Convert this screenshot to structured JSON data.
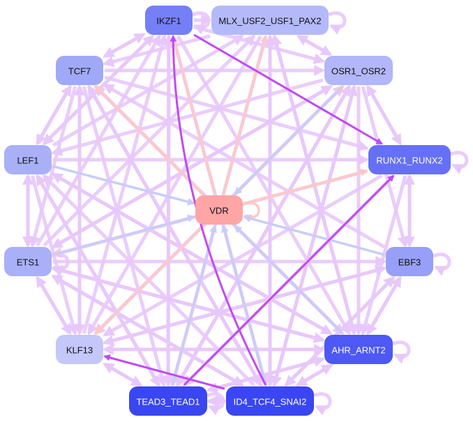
{
  "graph": {
    "title": "Gene regulatory network",
    "nodes": [
      {
        "id": "IKZF1",
        "label": "IKZF1",
        "fill": "#7580f7",
        "text_color": "#111111"
      },
      {
        "id": "MLX_USF2_USF1_PAX2",
        "label": "MLX_USF2_USF1_PAX2",
        "fill": "#b4baf9",
        "text_color": "#111111"
      },
      {
        "id": "TCF7",
        "label": "TCF7",
        "fill": "#a0a8f8",
        "text_color": "#111111"
      },
      {
        "id": "OSR1_OSR2",
        "label": "OSR1_OSR2",
        "fill": "#b1b7f9",
        "text_color": "#111111"
      },
      {
        "id": "LEF1",
        "label": "LEF1",
        "fill": "#a9b0f8",
        "text_color": "#111111"
      },
      {
        "id": "RUNX1_RUNX2",
        "label": "RUNX1_RUNX2",
        "fill": "#6670f6",
        "text_color": "#ffffff"
      },
      {
        "id": "VDR",
        "label": "VDR",
        "fill": "#ffa5a5",
        "text_color": "#111111"
      },
      {
        "id": "ETS1",
        "label": "ETS1",
        "fill": "#a9b0f8",
        "text_color": "#111111"
      },
      {
        "id": "EBF3",
        "label": "EBF3",
        "fill": "#979ff8",
        "text_color": "#111111"
      },
      {
        "id": "KLF13",
        "label": "KLF13",
        "fill": "#c3c7fa",
        "text_color": "#111111"
      },
      {
        "id": "AHR_ARNT2",
        "label": "AHR_ARNT2",
        "fill": "#4d58f5",
        "text_color": "#ffffff"
      },
      {
        "id": "TEAD3_TEAD1",
        "label": "TEAD3_TEAD1",
        "fill": "#3a46f2",
        "text_color": "#ffffff"
      },
      {
        "id": "ID4_TCF4_SNAI2",
        "label": "ID4_TCF4_SNAI2",
        "fill": "#3a46f2",
        "text_color": "#ffffff"
      }
    ],
    "edge_colors": {
      "regulatory": "#e8c8fb",
      "strong": "#c04af2",
      "to_vdr": "#c8cdf8",
      "from_vdr": "#ffc9c3"
    },
    "edges": [
      {
        "from": "ID4_TCF4_SNAI2",
        "to": "IKZF1",
        "type": "strong"
      },
      {
        "from": "ID4_TCF4_SNAI2",
        "to": "KLF13",
        "type": "strong"
      },
      {
        "from": "TEAD3_TEAD1",
        "to": "RUNX1_RUNX2",
        "type": "strong"
      },
      {
        "from": "IKZF1",
        "to": "RUNX1_RUNX2",
        "type": "strong"
      },
      {
        "from": "VDR",
        "to": "IKZF1",
        "type": "from_vdr"
      },
      {
        "from": "VDR",
        "to": "TCF7",
        "type": "from_vdr"
      },
      {
        "from": "VDR",
        "to": "MLX_USF2_USF1_PAX2",
        "type": "from_vdr"
      },
      {
        "from": "VDR",
        "to": "OSR1_OSR2",
        "type": "from_vdr"
      },
      {
        "from": "VDR",
        "to": "RUNX1_RUNX2",
        "type": "from_vdr"
      },
      {
        "from": "VDR",
        "to": "ETS1",
        "type": "from_vdr"
      },
      {
        "from": "VDR",
        "to": "KLF13",
        "type": "from_vdr"
      },
      {
        "from": "VDR",
        "to": "VDR",
        "type": "from_vdr"
      },
      {
        "from": "LEF1",
        "to": "VDR",
        "type": "to_vdr"
      },
      {
        "from": "ETS1",
        "to": "VDR",
        "type": "to_vdr"
      },
      {
        "from": "OSR1_OSR2",
        "to": "VDR",
        "type": "to_vdr"
      },
      {
        "from": "EBF3",
        "to": "VDR",
        "type": "to_vdr"
      },
      {
        "from": "AHR_ARNT2",
        "to": "VDR",
        "type": "to_vdr"
      },
      {
        "from": "TEAD3_TEAD1",
        "to": "VDR",
        "type": "to_vdr"
      },
      {
        "from": "ID4_TCF4_SNAI2",
        "to": "VDR",
        "type": "to_vdr"
      },
      {
        "from": "IKZF1",
        "to": "IKZF1",
        "type": "regulatory"
      },
      {
        "from": "MLX_USF2_USF1_PAX2",
        "to": "MLX_USF2_USF1_PAX2",
        "type": "regulatory"
      },
      {
        "from": "RUNX1_RUNX2",
        "to": "RUNX1_RUNX2",
        "type": "regulatory"
      },
      {
        "from": "EBF3",
        "to": "EBF3",
        "type": "regulatory"
      },
      {
        "from": "ETS1",
        "to": "ETS1",
        "type": "regulatory"
      },
      {
        "from": "AHR_ARNT2",
        "to": "AHR_ARNT2",
        "type": "regulatory"
      },
      {
        "from": "TEAD3_TEAD1",
        "to": "TEAD3_TEAD1",
        "type": "regulatory"
      },
      {
        "from": "ID4_TCF4_SNAI2",
        "to": "ID4_TCF4_SNAI2",
        "type": "regulatory"
      },
      {
        "from": "IKZF1",
        "to": "MLX_USF2_USF1_PAX2",
        "type": "regulatory"
      },
      {
        "from": "TCF7",
        "to": "IKZF1",
        "type": "regulatory"
      },
      {
        "from": "TCF7",
        "to": "OSR1_OSR2",
        "type": "regulatory"
      },
      {
        "from": "TCF7",
        "to": "LEF1",
        "type": "regulatory"
      },
      {
        "from": "TCF7",
        "to": "RUNX1_RUNX2",
        "type": "regulatory"
      },
      {
        "from": "TCF7",
        "to": "ETS1",
        "type": "regulatory"
      },
      {
        "from": "TCF7",
        "to": "KLF13",
        "type": "regulatory"
      },
      {
        "from": "TCF7",
        "to": "TEAD3_TEAD1",
        "type": "regulatory"
      },
      {
        "from": "TCF7",
        "to": "ID4_TCF4_SNAI2",
        "type": "regulatory"
      },
      {
        "from": "TCF7",
        "to": "AHR_ARNT2",
        "type": "regulatory"
      },
      {
        "from": "OSR1_OSR2",
        "to": "MLX_USF2_USF1_PAX2",
        "type": "regulatory"
      },
      {
        "from": "OSR1_OSR2",
        "to": "RUNX1_RUNX2",
        "type": "regulatory"
      },
      {
        "from": "OSR1_OSR2",
        "to": "EBF3",
        "type": "regulatory"
      },
      {
        "from": "OSR1_OSR2",
        "to": "AHR_ARNT2",
        "type": "regulatory"
      },
      {
        "from": "OSR1_OSR2",
        "to": "ID4_TCF4_SNAI2",
        "type": "regulatory"
      },
      {
        "from": "OSR1_OSR2",
        "to": "TEAD3_TEAD1",
        "type": "regulatory"
      },
      {
        "from": "OSR1_OSR2",
        "to": "KLF13",
        "type": "regulatory"
      },
      {
        "from": "OSR1_OSR2",
        "to": "ETS1",
        "type": "regulatory"
      },
      {
        "from": "OSR1_OSR2",
        "to": "LEF1",
        "type": "regulatory"
      },
      {
        "from": "LEF1",
        "to": "IKZF1",
        "type": "regulatory"
      },
      {
        "from": "LEF1",
        "to": "TCF7",
        "type": "regulatory"
      },
      {
        "from": "LEF1",
        "to": "ETS1",
        "type": "regulatory"
      },
      {
        "from": "LEF1",
        "to": "RUNX1_RUNX2",
        "type": "regulatory"
      },
      {
        "from": "LEF1",
        "to": "KLF13",
        "type": "regulatory"
      },
      {
        "from": "LEF1",
        "to": "AHR_ARNT2",
        "type": "regulatory"
      },
      {
        "from": "LEF1",
        "to": "TEAD3_TEAD1",
        "type": "regulatory"
      },
      {
        "from": "LEF1",
        "to": "MLX_USF2_USF1_PAX2",
        "type": "regulatory"
      },
      {
        "from": "RUNX1_RUNX2",
        "to": "EBF3",
        "type": "regulatory"
      },
      {
        "from": "RUNX1_RUNX2",
        "to": "AHR_ARNT2",
        "type": "regulatory"
      },
      {
        "from": "RUNX1_RUNX2",
        "to": "OSR1_OSR2",
        "type": "regulatory"
      },
      {
        "from": "RUNX1_RUNX2",
        "to": "ETS1",
        "type": "regulatory"
      },
      {
        "from": "RUNX1_RUNX2",
        "to": "KLF13",
        "type": "regulatory"
      },
      {
        "from": "RUNX1_RUNX2",
        "to": "TEAD3_TEAD1",
        "type": "regulatory"
      },
      {
        "from": "ETS1",
        "to": "LEF1",
        "type": "regulatory"
      },
      {
        "from": "ETS1",
        "to": "KLF13",
        "type": "regulatory"
      },
      {
        "from": "ETS1",
        "to": "IKZF1",
        "type": "regulatory"
      },
      {
        "from": "ETS1",
        "to": "MLX_USF2_USF1_PAX2",
        "type": "regulatory"
      },
      {
        "from": "ETS1",
        "to": "OSR1_OSR2",
        "type": "regulatory"
      },
      {
        "from": "ETS1",
        "to": "EBF3",
        "type": "regulatory"
      },
      {
        "from": "ETS1",
        "to": "AHR_ARNT2",
        "type": "regulatory"
      },
      {
        "from": "ETS1",
        "to": "ID4_TCF4_SNAI2",
        "type": "regulatory"
      },
      {
        "from": "EBF3",
        "to": "RUNX1_RUNX2",
        "type": "regulatory"
      },
      {
        "from": "EBF3",
        "to": "AHR_ARNT2",
        "type": "regulatory"
      },
      {
        "from": "EBF3",
        "to": "KLF13",
        "type": "regulatory"
      },
      {
        "from": "EBF3",
        "to": "TCF7",
        "type": "regulatory"
      },
      {
        "from": "EBF3",
        "to": "ID4_TCF4_SNAI2",
        "type": "regulatory"
      },
      {
        "from": "KLF13",
        "to": "ETS1",
        "type": "regulatory"
      },
      {
        "from": "KLF13",
        "to": "TCF7",
        "type": "regulatory"
      },
      {
        "from": "KLF13",
        "to": "IKZF1",
        "type": "regulatory"
      },
      {
        "from": "KLF13",
        "to": "AHR_ARNT2",
        "type": "regulatory"
      },
      {
        "from": "KLF13",
        "to": "TEAD3_TEAD1",
        "type": "regulatory"
      },
      {
        "from": "KLF13",
        "to": "OSR1_OSR2",
        "type": "regulatory"
      },
      {
        "from": "KLF13",
        "to": "EBF3",
        "type": "regulatory"
      },
      {
        "from": "AHR_ARNT2",
        "to": "KLF13",
        "type": "regulatory"
      },
      {
        "from": "AHR_ARNT2",
        "to": "ID4_TCF4_SNAI2",
        "type": "regulatory"
      },
      {
        "from": "AHR_ARNT2",
        "to": "EBF3",
        "type": "regulatory"
      },
      {
        "from": "AHR_ARNT2",
        "to": "LEF1",
        "type": "regulatory"
      },
      {
        "from": "AHR_ARNT2",
        "to": "ETS1",
        "type": "regulatory"
      },
      {
        "from": "AHR_ARNT2",
        "to": "TCF7",
        "type": "regulatory"
      },
      {
        "from": "AHR_ARNT2",
        "to": "MLX_USF2_USF1_PAX2",
        "type": "regulatory"
      },
      {
        "from": "AHR_ARNT2",
        "to": "TEAD3_TEAD1",
        "type": "regulatory"
      },
      {
        "from": "TEAD3_TEAD1",
        "to": "ID4_TCF4_SNAI2",
        "type": "regulatory"
      },
      {
        "from": "TEAD3_TEAD1",
        "to": "KLF13",
        "type": "regulatory"
      },
      {
        "from": "TEAD3_TEAD1",
        "to": "LEF1",
        "type": "regulatory"
      },
      {
        "from": "TEAD3_TEAD1",
        "to": "IKZF1",
        "type": "regulatory"
      },
      {
        "from": "TEAD3_TEAD1",
        "to": "OSR1_OSR2",
        "type": "regulatory"
      },
      {
        "from": "TEAD3_TEAD1",
        "to": "AHR_ARNT2",
        "type": "regulatory"
      },
      {
        "from": "ID4_TCF4_SNAI2",
        "to": "TEAD3_TEAD1",
        "type": "regulatory"
      },
      {
        "from": "ID4_TCF4_SNAI2",
        "to": "AHR_ARNT2",
        "type": "regulatory"
      },
      {
        "from": "ID4_TCF4_SNAI2",
        "to": "EBF3",
        "type": "regulatory"
      },
      {
        "from": "ID4_TCF4_SNAI2",
        "to": "LEF1",
        "type": "regulatory"
      },
      {
        "from": "ID4_TCF4_SNAI2",
        "to": "ETS1",
        "type": "regulatory"
      },
      {
        "from": "ID4_TCF4_SNAI2",
        "to": "MLX_USF2_USF1_PAX2",
        "type": "regulatory"
      },
      {
        "from": "ID4_TCF4_SNAI2",
        "to": "OSR1_OSR2",
        "type": "regulatory"
      },
      {
        "from": "ID4_TCF4_SNAI2",
        "to": "TCF7",
        "type": "regulatory"
      },
      {
        "from": "MLX_USF2_USF1_PAX2",
        "to": "TCF7",
        "type": "regulatory"
      },
      {
        "from": "MLX_USF2_USF1_PAX2",
        "to": "OSR1_OSR2",
        "type": "regulatory"
      },
      {
        "from": "MLX_USF2_USF1_PAX2",
        "to": "ID4_TCF4_SNAI2",
        "type": "regulatory"
      },
      {
        "from": "MLX_USF2_USF1_PAX2",
        "to": "TEAD3_TEAD1",
        "type": "regulatory"
      },
      {
        "from": "MLX_USF2_USF1_PAX2",
        "to": "KLF13",
        "type": "regulatory"
      },
      {
        "from": "MLX_USF2_USF1_PAX2",
        "to": "AHR_ARNT2",
        "type": "regulatory"
      },
      {
        "from": "IKZF1",
        "to": "TCF7",
        "type": "regulatory"
      },
      {
        "from": "IKZF1",
        "to": "ID4_TCF4_SNAI2",
        "type": "regulatory"
      },
      {
        "from": "IKZF1",
        "to": "TEAD3_TEAD1",
        "type": "regulatory"
      },
      {
        "from": "IKZF1",
        "to": "LEF1",
        "type": "regulatory"
      },
      {
        "from": "IKZF1",
        "to": "OSR1_OSR2",
        "type": "regulatory"
      },
      {
        "from": "IKZF1",
        "to": "AHR_ARNT2",
        "type": "regulatory"
      }
    ]
  }
}
